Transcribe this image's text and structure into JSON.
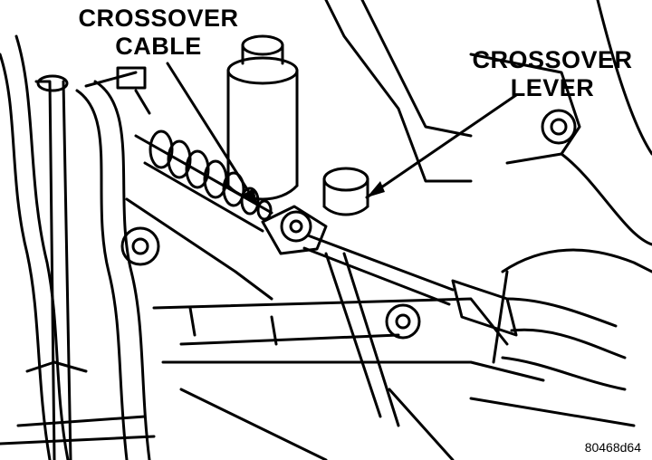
{
  "labels": {
    "crossover_cable": [
      "CROSSOVER",
      "CABLE"
    ],
    "crossover_lever": [
      "CROSSOVER",
      "LEVER"
    ]
  },
  "figure_id": "80468d64",
  "colors": {
    "ink": "#000000",
    "paper": "#ffffff"
  }
}
